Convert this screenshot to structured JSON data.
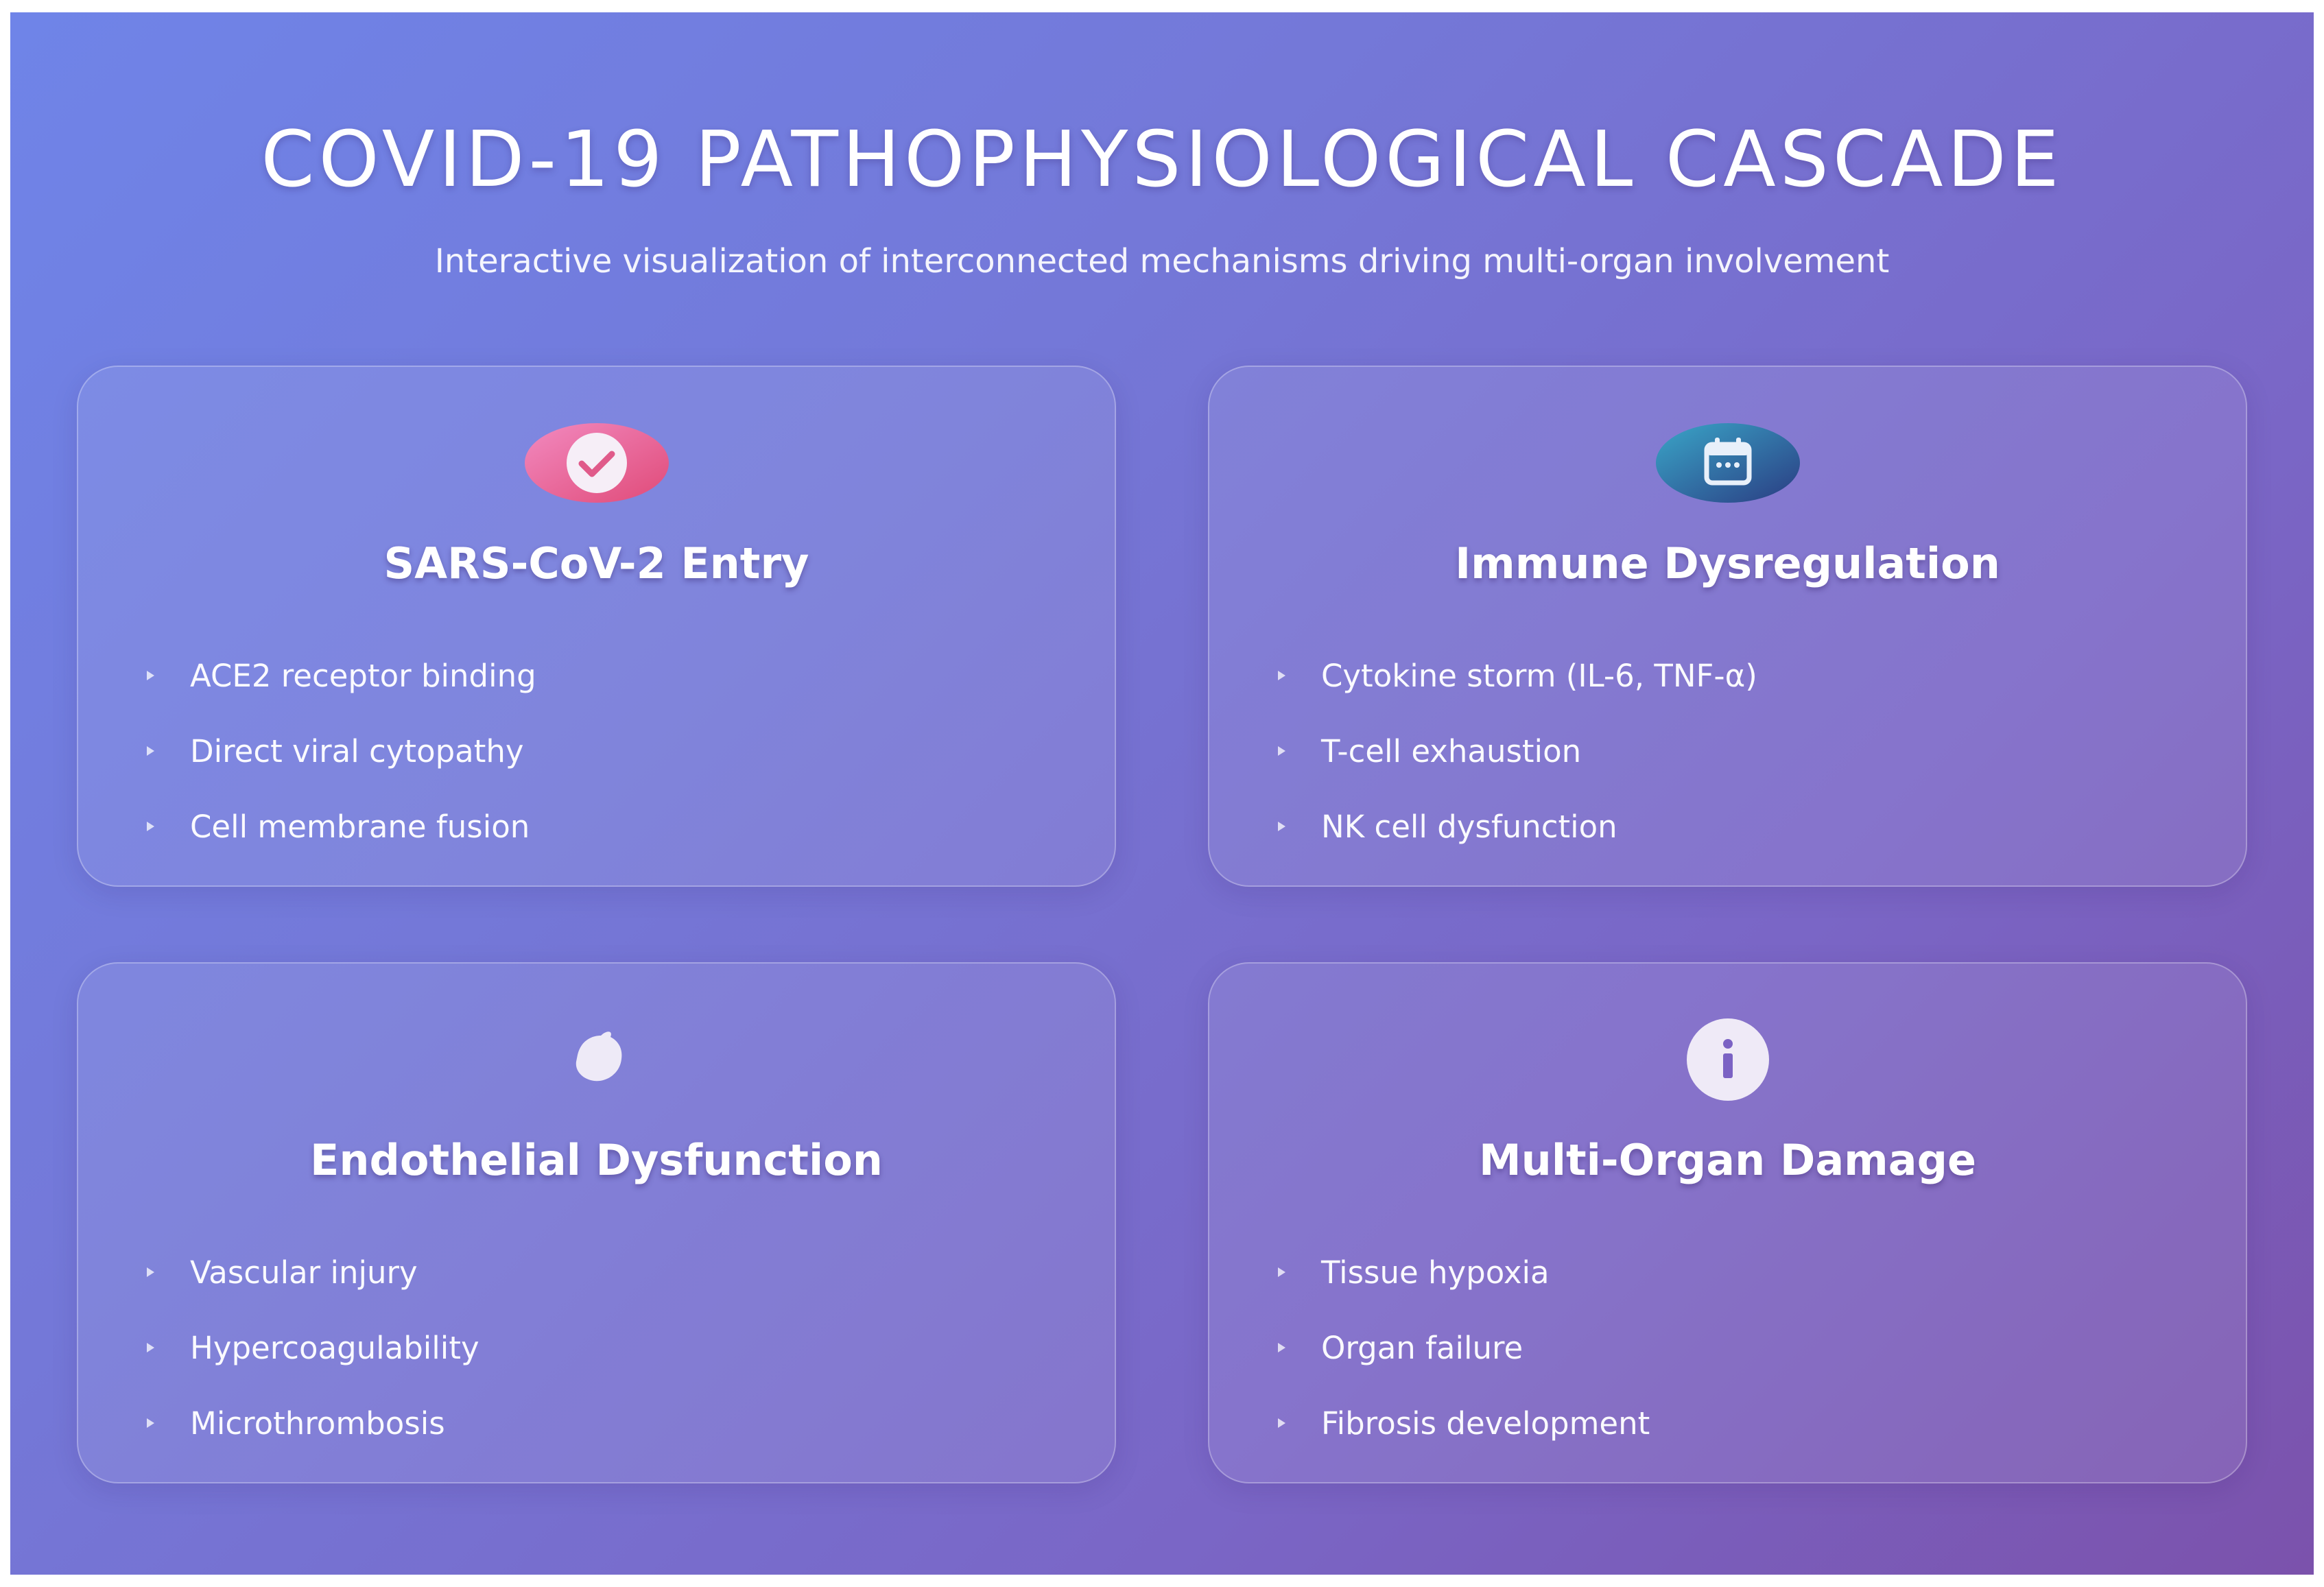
{
  "header": {
    "title": "COVID-19 PATHOPHYSIOLOGICAL CASCADE",
    "subtitle": "Interactive visualization of interconnected mechanisms driving multi-organ involvement"
  },
  "cards": [
    {
      "icon": "check-badge-icon",
      "title": "SARS-CoV-2 Entry",
      "items": [
        "ACE2 receptor binding",
        "Direct viral cytopathy",
        "Cell membrane fusion"
      ]
    },
    {
      "icon": "calendar-icon",
      "title": "Immune Dysregulation",
      "items": [
        "Cytokine storm (IL-6, TNF-α)",
        "T-cell exhaustion",
        "NK cell dysfunction"
      ]
    },
    {
      "icon": "blob-icon",
      "title": "Endothelial Dysfunction",
      "items": [
        "Vascular injury",
        "Hypercoagulability",
        "Microthrombosis"
      ]
    },
    {
      "icon": "info-icon",
      "title": "Multi-Organ Damage",
      "items": [
        "Tissue hypoxia",
        "Organ failure",
        "Fibrosis development"
      ]
    }
  ],
  "colors": {
    "gradient_start": "#6f84e8",
    "gradient_end": "#7b52ac",
    "check_badge": "#e8609a",
    "calendar_badge": "#2d4a8a"
  }
}
